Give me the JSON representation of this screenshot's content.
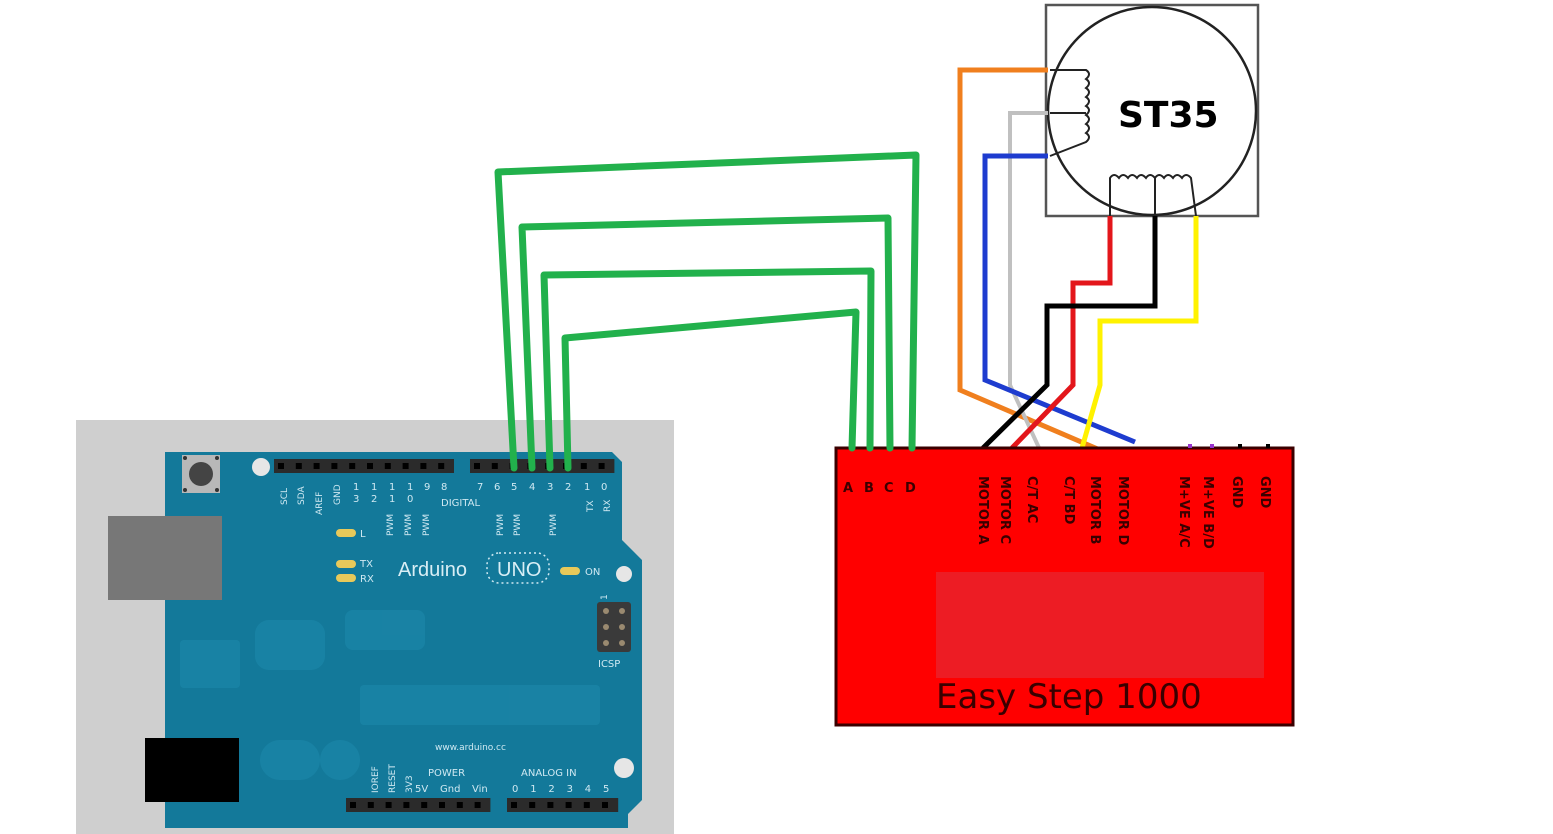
{
  "title": "Arduino UNO to Easy Step 1000 driver to ST35 stepper motor wiring",
  "arduino": {
    "name": "Arduino",
    "model": "UNO",
    "website": "www.arduino.cc",
    "digital_label": "DIGITAL",
    "power_label": "POWER",
    "analog_label": "ANALOG IN",
    "icsp_label": "ICSP",
    "icsp_pin1": "1",
    "on_label": "ON",
    "led_labels": [
      "L",
      "TX",
      "RX"
    ],
    "top_left_header": [
      "SCL",
      "SDA",
      "AREF",
      "GND",
      "13",
      "12",
      "11",
      "10",
      "9",
      "8"
    ],
    "top_right_header": [
      "7",
      "6",
      "5",
      "4",
      "3",
      "2",
      "TX 1",
      "RX 0"
    ],
    "pwm_label": "PWM",
    "power_header": [
      "IOREF",
      "RESET",
      "3V3",
      "5V",
      "Gnd",
      "Vin"
    ],
    "analog_header": [
      "0",
      "1",
      "2",
      "3",
      "4",
      "5"
    ]
  },
  "driver": {
    "name": "Easy Step 1000",
    "input_labels": [
      "A",
      "B",
      "C",
      "D"
    ],
    "pin_labels": [
      "MOTOR A",
      "MOTOR C",
      "C/T AC",
      "C/T BD",
      "MOTOR B",
      "MOTOR D",
      "M+VE A/C",
      "M+VE B/D",
      "GND",
      "GND"
    ]
  },
  "motor": {
    "name": "ST35"
  },
  "connections": [
    {
      "from": "Arduino D5",
      "to": "Driver D",
      "color": "#22b14c"
    },
    {
      "from": "Arduino D4",
      "to": "Driver C",
      "color": "#22b14c"
    },
    {
      "from": "Arduino D3",
      "to": "Driver B",
      "color": "#22b14c"
    },
    {
      "from": "Arduino D2",
      "to": "Driver A",
      "color": "#22b14c"
    }
  ],
  "motor_wires": [
    {
      "name": "orange",
      "color": "#f07f1e"
    },
    {
      "name": "grey",
      "color": "#b4b4b4"
    },
    {
      "name": "blue",
      "color": "#1e3ccf"
    },
    {
      "name": "red",
      "color": "#e3161b"
    },
    {
      "name": "black",
      "color": "#000000"
    },
    {
      "name": "yellow",
      "color": "#fff200"
    }
  ],
  "colors": {
    "board": "#13799a",
    "board_bg": "#cfcfcf",
    "driver": "#ff0000",
    "driver_inner": "#ed1c24",
    "wire_green": "#22b14c"
  }
}
